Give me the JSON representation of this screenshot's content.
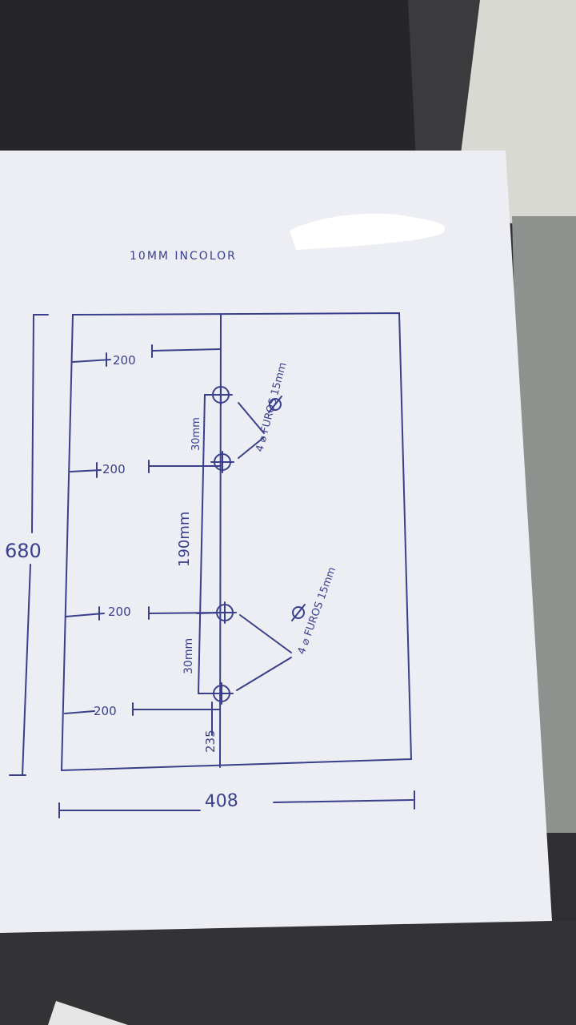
{
  "drawing": {
    "title": "10MM INCOLOR",
    "total_height": "680",
    "total_width": "408",
    "spacing_1": "200",
    "spacing_2": "200",
    "spacing_3": "200",
    "spacing_4": "200",
    "vertical_run": "190mm",
    "upper_pair_gap": "30mm",
    "lower_pair_gap": "30mm",
    "bottom_offset": "235",
    "upper_note": "4 ⌀ FUROS 15mm",
    "lower_note": "4 ⌀ FUROS 15mm"
  },
  "colors": {
    "ink": "#3a3f8c",
    "paper": "#eceef3",
    "table": "#2f2f31"
  }
}
